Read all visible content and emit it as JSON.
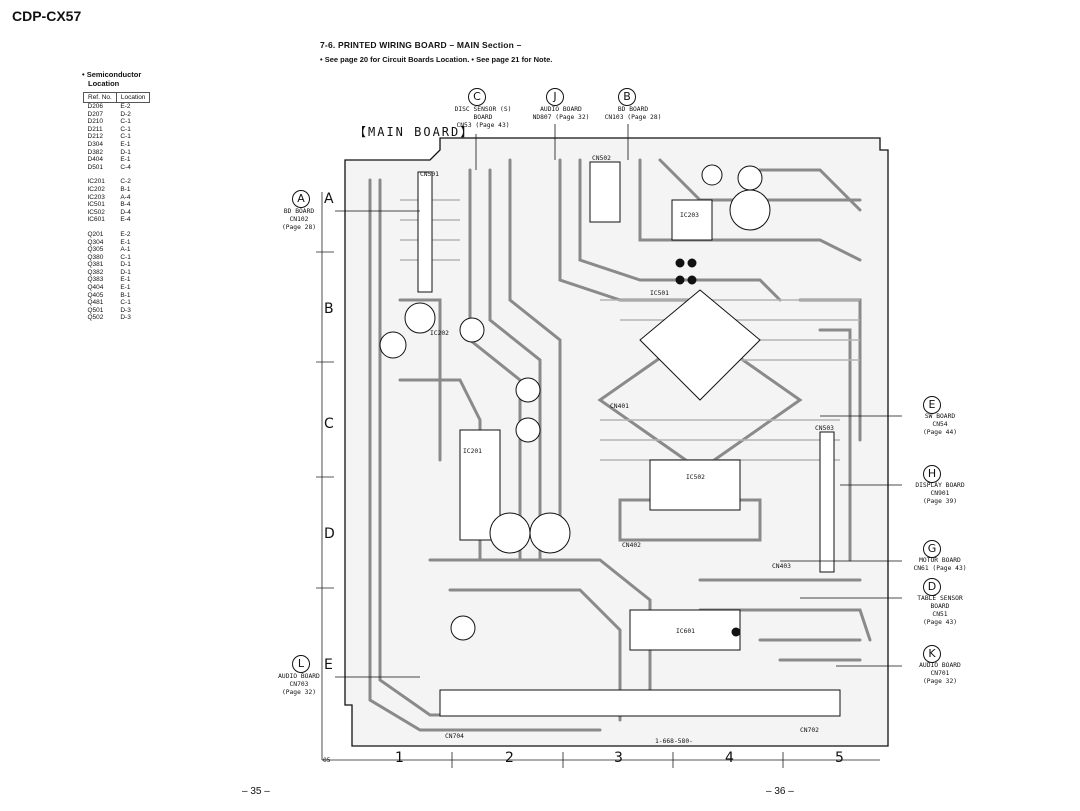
{
  "header": {
    "model": "CDP-CX57"
  },
  "section": {
    "title": "7-6.  PRINTED  WIRING  BOARD  – MAIN Section –",
    "note": "• See page 20 for Circuit Boards Location.   • See page 21 for Note."
  },
  "semiconductor": {
    "title_line1": "• Semiconductor",
    "title_line2": "Location",
    "col_ref": "Ref. No.",
    "col_loc": "Location",
    "groups": [
      [
        [
          "D206",
          "E-2"
        ],
        [
          "D207",
          "D-2"
        ],
        [
          "D210",
          "C-1"
        ],
        [
          "D211",
          "C-1"
        ],
        [
          "D212",
          "C-1"
        ],
        [
          "D304",
          "E-1"
        ],
        [
          "D382",
          "D-1"
        ],
        [
          "D404",
          "E-1"
        ],
        [
          "D501",
          "C-4"
        ]
      ],
      [
        [
          "IC201",
          "C-2"
        ],
        [
          "IC202",
          "B-1"
        ],
        [
          "IC203",
          "A-4"
        ],
        [
          "IC501",
          "B-4"
        ],
        [
          "IC502",
          "D-4"
        ],
        [
          "IC601",
          "E-4"
        ]
      ],
      [
        [
          "Q201",
          "E-2"
        ],
        [
          "Q304",
          "E-1"
        ],
        [
          "Q305",
          "A-1"
        ],
        [
          "Q380",
          "C-1"
        ],
        [
          "Q381",
          "D-1"
        ],
        [
          "Q382",
          "D-1"
        ],
        [
          "Q383",
          "E-1"
        ],
        [
          "Q404",
          "E-1"
        ],
        [
          "Q405",
          "B-1"
        ],
        [
          "Q481",
          "C-1"
        ],
        [
          "Q501",
          "D-3"
        ],
        [
          "Q502",
          "D-3"
        ]
      ]
    ]
  },
  "board": {
    "title": "【MAIN BOARD】",
    "part_no": "1-668-580-",
    "rows": [
      "A",
      "B",
      "C",
      "D",
      "E"
    ],
    "cols": [
      "1",
      "2",
      "3",
      "4",
      "5"
    ],
    "corner": "05",
    "ic_labels": [
      "IC502",
      "IC601",
      "IC201",
      "IC202",
      "IC203",
      "IC501"
    ],
    "conn_labels": [
      "CN704",
      "CN702",
      "CN402",
      "CN403",
      "CN502",
      "CN501",
      "CN503",
      "CN401"
    ]
  },
  "top_connectors": [
    {
      "letter": "C",
      "lines": [
        "DISC SENSOR (S)",
        "BOARD",
        "CN53  (Page 43)"
      ]
    },
    {
      "letter": "J",
      "lines": [
        "AUDIO BOARD",
        "ND807  (Page 32)"
      ]
    },
    {
      "letter": "B",
      "lines": [
        "BD BOARD",
        "CN103  (Page 28)"
      ]
    }
  ],
  "left_connectors": [
    {
      "letter": "A",
      "lines": [
        "BD BOARD",
        "CN102",
        "(Page 28)"
      ]
    },
    {
      "letter": "L",
      "lines": [
        "AUDIO BOARD",
        "CN703",
        "(Page 32)"
      ]
    }
  ],
  "right_connectors": [
    {
      "letter": "E",
      "lines": [
        "SW BOARD",
        "CN54",
        "(Page 44)"
      ]
    },
    {
      "letter": "H",
      "lines": [
        "DISPLAY BOARD",
        "CN901",
        "(Page 39)"
      ]
    },
    {
      "letter": "G",
      "lines": [
        "MOTOR BOARD",
        "CN61  (Page 43)"
      ]
    },
    {
      "letter": "D",
      "lines": [
        "TABLE SENSOR",
        "BOARD",
        "CN51",
        "(Page 43)"
      ]
    },
    {
      "letter": "K",
      "lines": [
        "AUDIO BOARD",
        "CN701",
        "(Page 32)"
      ]
    }
  ],
  "footer": {
    "left_page": "– 35 –",
    "right_page": "– 36 –"
  },
  "colors": {
    "ink": "#111111",
    "trace": "#8a8a8a",
    "board": "#f4f4f4"
  }
}
